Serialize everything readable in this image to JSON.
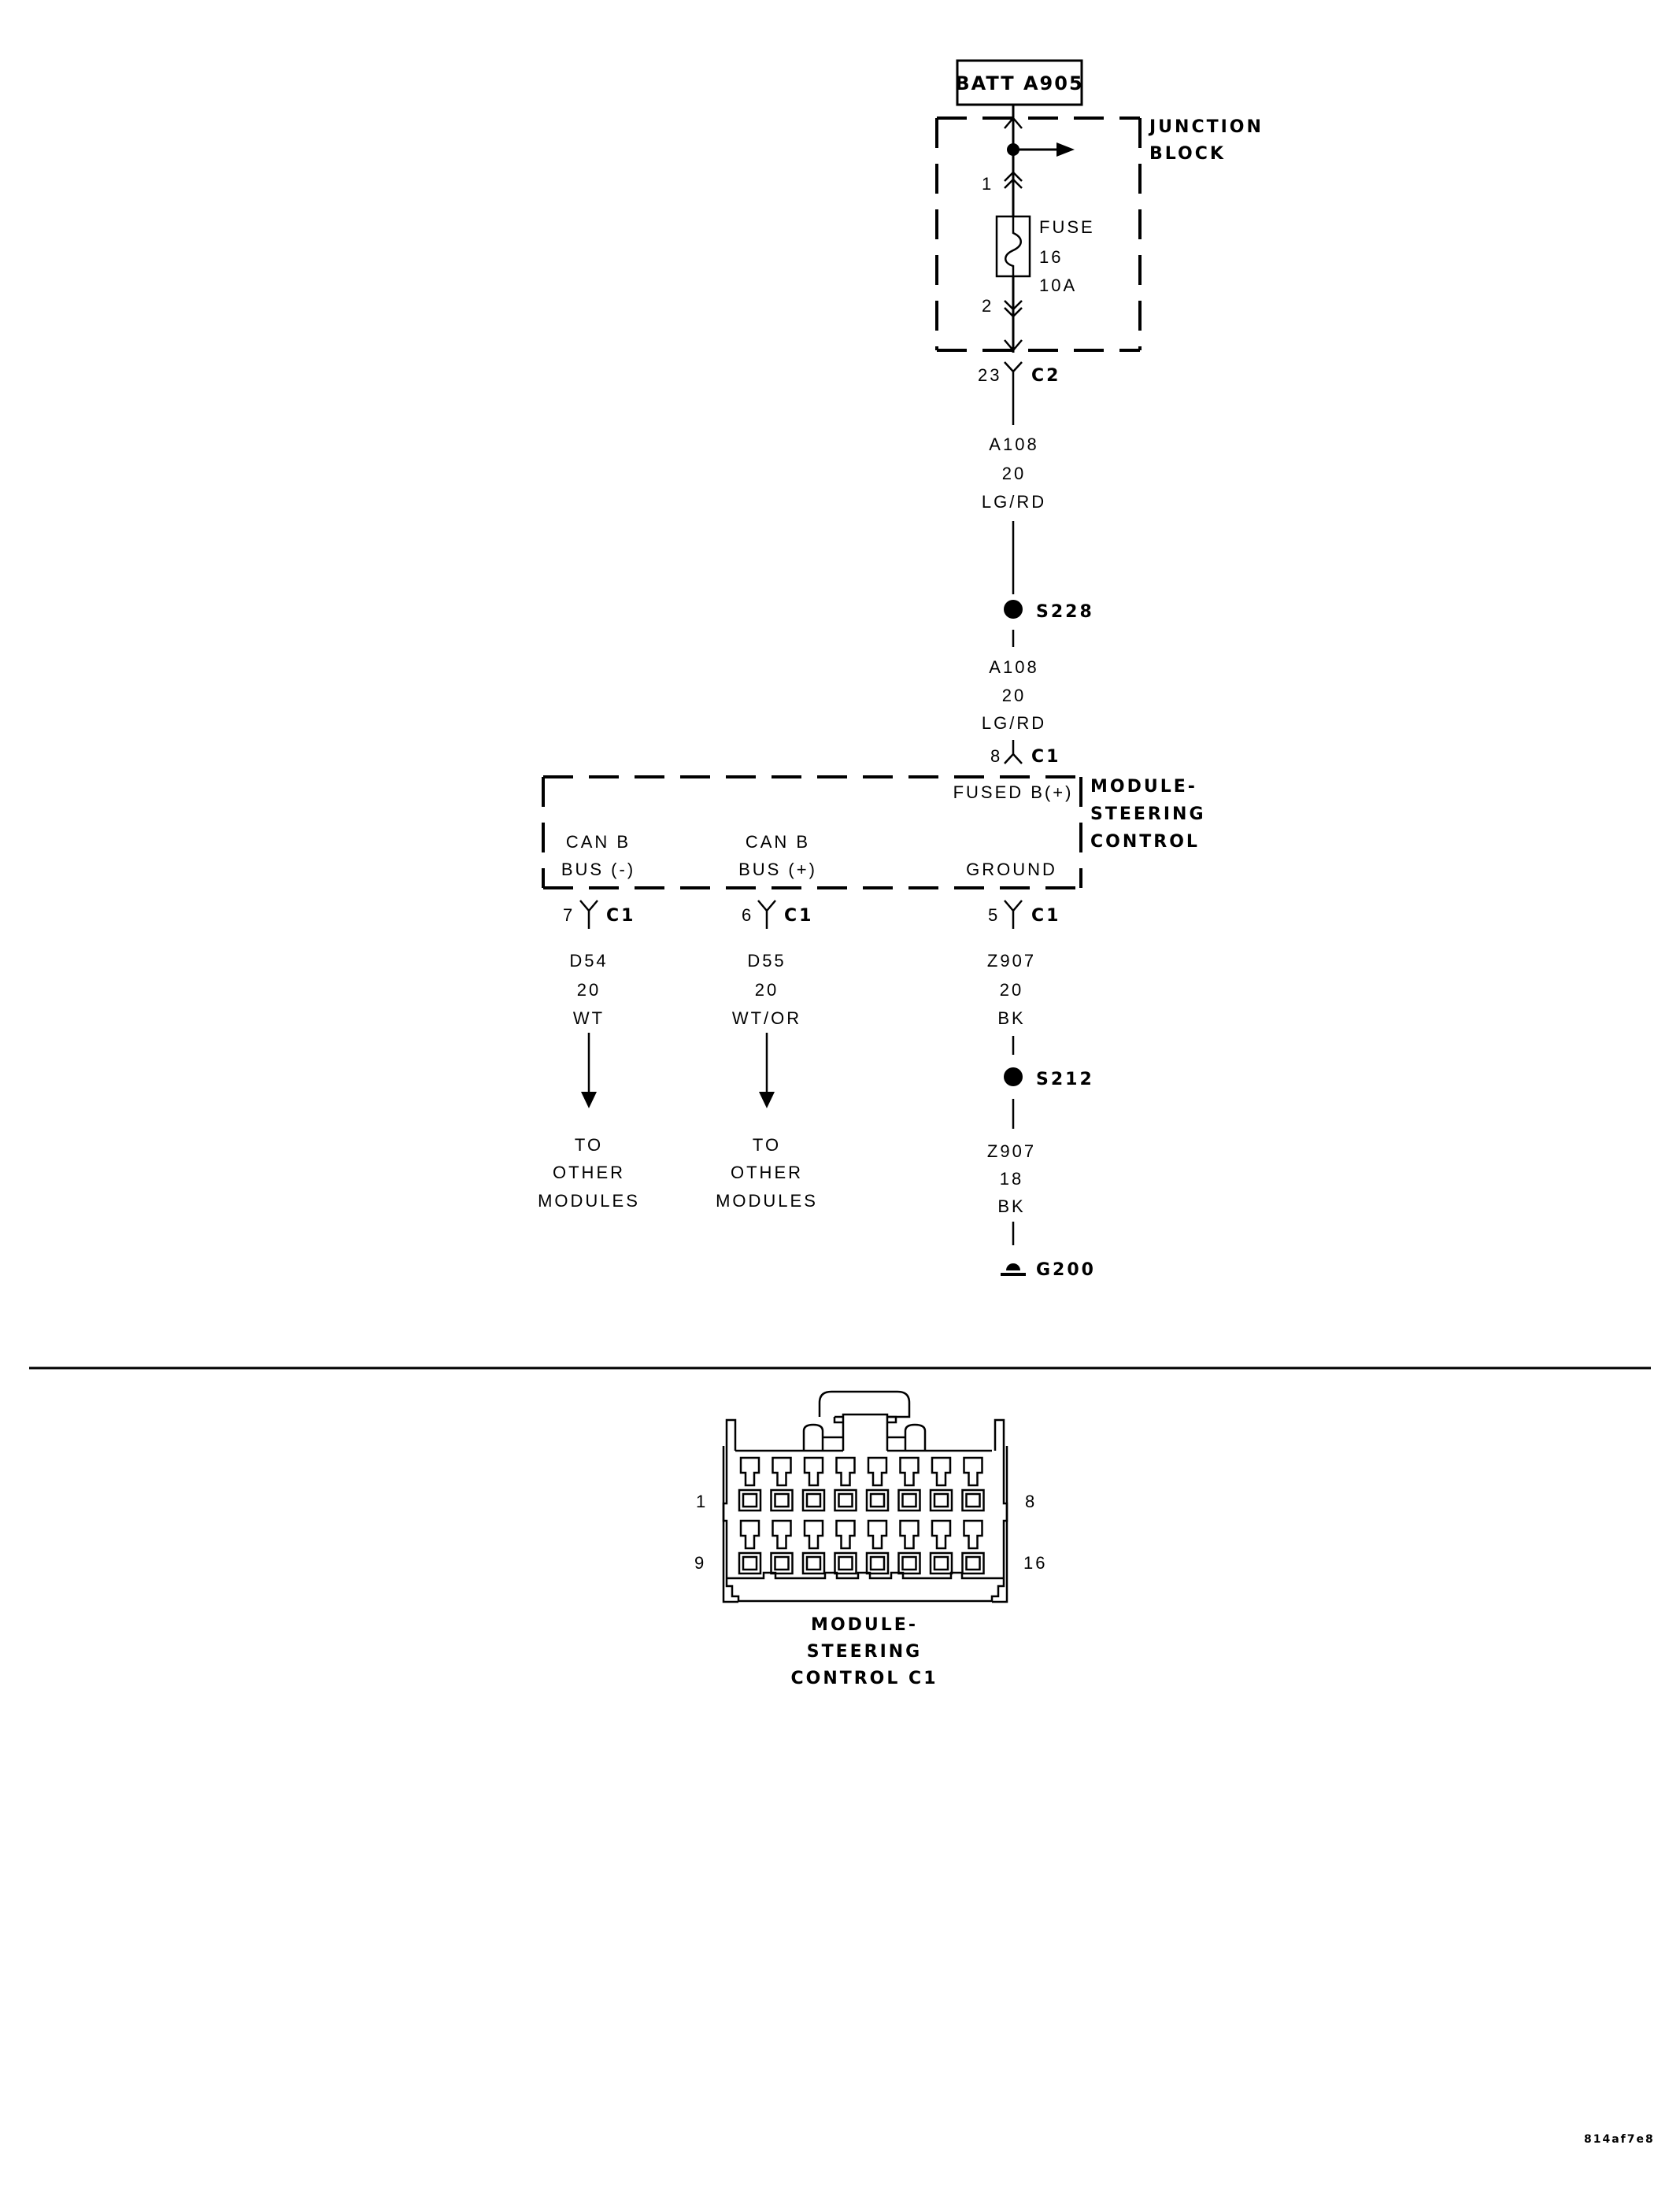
{
  "diagram": {
    "type": "wiring-schematic",
    "source": {
      "label": "BATT A905"
    },
    "junction_block": {
      "label_line1": "JUNCTION",
      "label_line2": "BLOCK",
      "fuse": {
        "label": "FUSE",
        "number": "16",
        "rating": "10A",
        "pin_in": "1",
        "pin_out": "2"
      },
      "output_connector": {
        "pin": "23",
        "name": "C2"
      }
    },
    "wire_a108_upper": {
      "circuit": "A108",
      "gauge": "20",
      "color": "LG/RD"
    },
    "splice_s228": {
      "label": "S228"
    },
    "wire_a108_lower": {
      "circuit": "A108",
      "gauge": "20",
      "color": "LG/RD",
      "pin": "8",
      "connector": "C1"
    },
    "module": {
      "label_line1": "MODULE-",
      "label_line2": "STEERING",
      "label_line3": "CONTROL",
      "fused_b_label": "FUSED B(+)",
      "can_minus_line1": "CAN B",
      "can_minus_line2": "BUS (-)",
      "can_plus_line1": "CAN B",
      "can_plus_line2": "BUS (+)",
      "ground_label": "GROUND"
    },
    "wire_d54": {
      "pin": "7",
      "connector": "C1",
      "circuit": "D54",
      "gauge": "20",
      "color": "WT",
      "dest_line1": "TO",
      "dest_line2": "OTHER",
      "dest_line3": "MODULES"
    },
    "wire_d55": {
      "pin": "6",
      "connector": "C1",
      "circuit": "D55",
      "gauge": "20",
      "color": "WT/OR",
      "dest_line1": "TO",
      "dest_line2": "OTHER",
      "dest_line3": "MODULES"
    },
    "wire_z907_upper": {
      "pin": "5",
      "connector": "C1",
      "circuit": "Z907",
      "gauge": "20",
      "color": "BK"
    },
    "splice_s212": {
      "label": "S212"
    },
    "wire_z907_lower": {
      "circuit": "Z907",
      "gauge": "18",
      "color": "BK"
    },
    "ground_g200": {
      "label": "G200"
    }
  },
  "connector_view": {
    "title_line1": "MODULE-",
    "title_line2": "STEERING",
    "title_line3": "CONTROL C1",
    "pin_label_top_left": "1",
    "pin_label_top_right": "8",
    "pin_label_bottom_left": "9",
    "pin_label_bottom_right": "16",
    "rows": 2,
    "columns": 8
  },
  "footer": {
    "code": "814af7e8"
  }
}
